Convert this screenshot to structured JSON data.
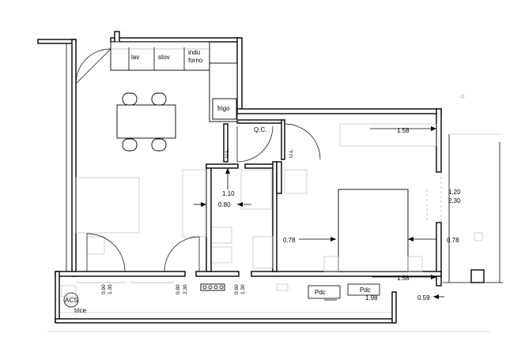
{
  "rooms": {
    "kitchen": [
      "lav",
      "stov",
      "indu",
      "forno",
      "frigo"
    ],
    "qc": "Q.C.",
    "ul_left": "U.L.",
    "ul_right": "U.L.",
    "acs_line1": "ACS",
    "acs_line2": "trice"
  },
  "dimensions": {
    "d_1_58_top": "1.58",
    "d_1_20": "1,20",
    "d_2_30_right": "2,30",
    "d_1_10": "1.10",
    "d_0_80_mid": "0.80",
    "d_0_78_left": "0.78",
    "d_0_78_right": "0.78",
    "d_1_58_bottom": "1.58",
    "d_1_98": "1.98",
    "d_0_59": "0.59",
    "v_0_90": "0.90",
    "v_1_30_a": "1.30",
    "v_0_80": "0.80",
    "v_2_30": "2.30",
    "v_0_60": "0.60",
    "v_1_30_b": "1.30"
  },
  "radiators": {
    "pdc_left": "Pdc",
    "pdc_right": "Pdc"
  }
}
